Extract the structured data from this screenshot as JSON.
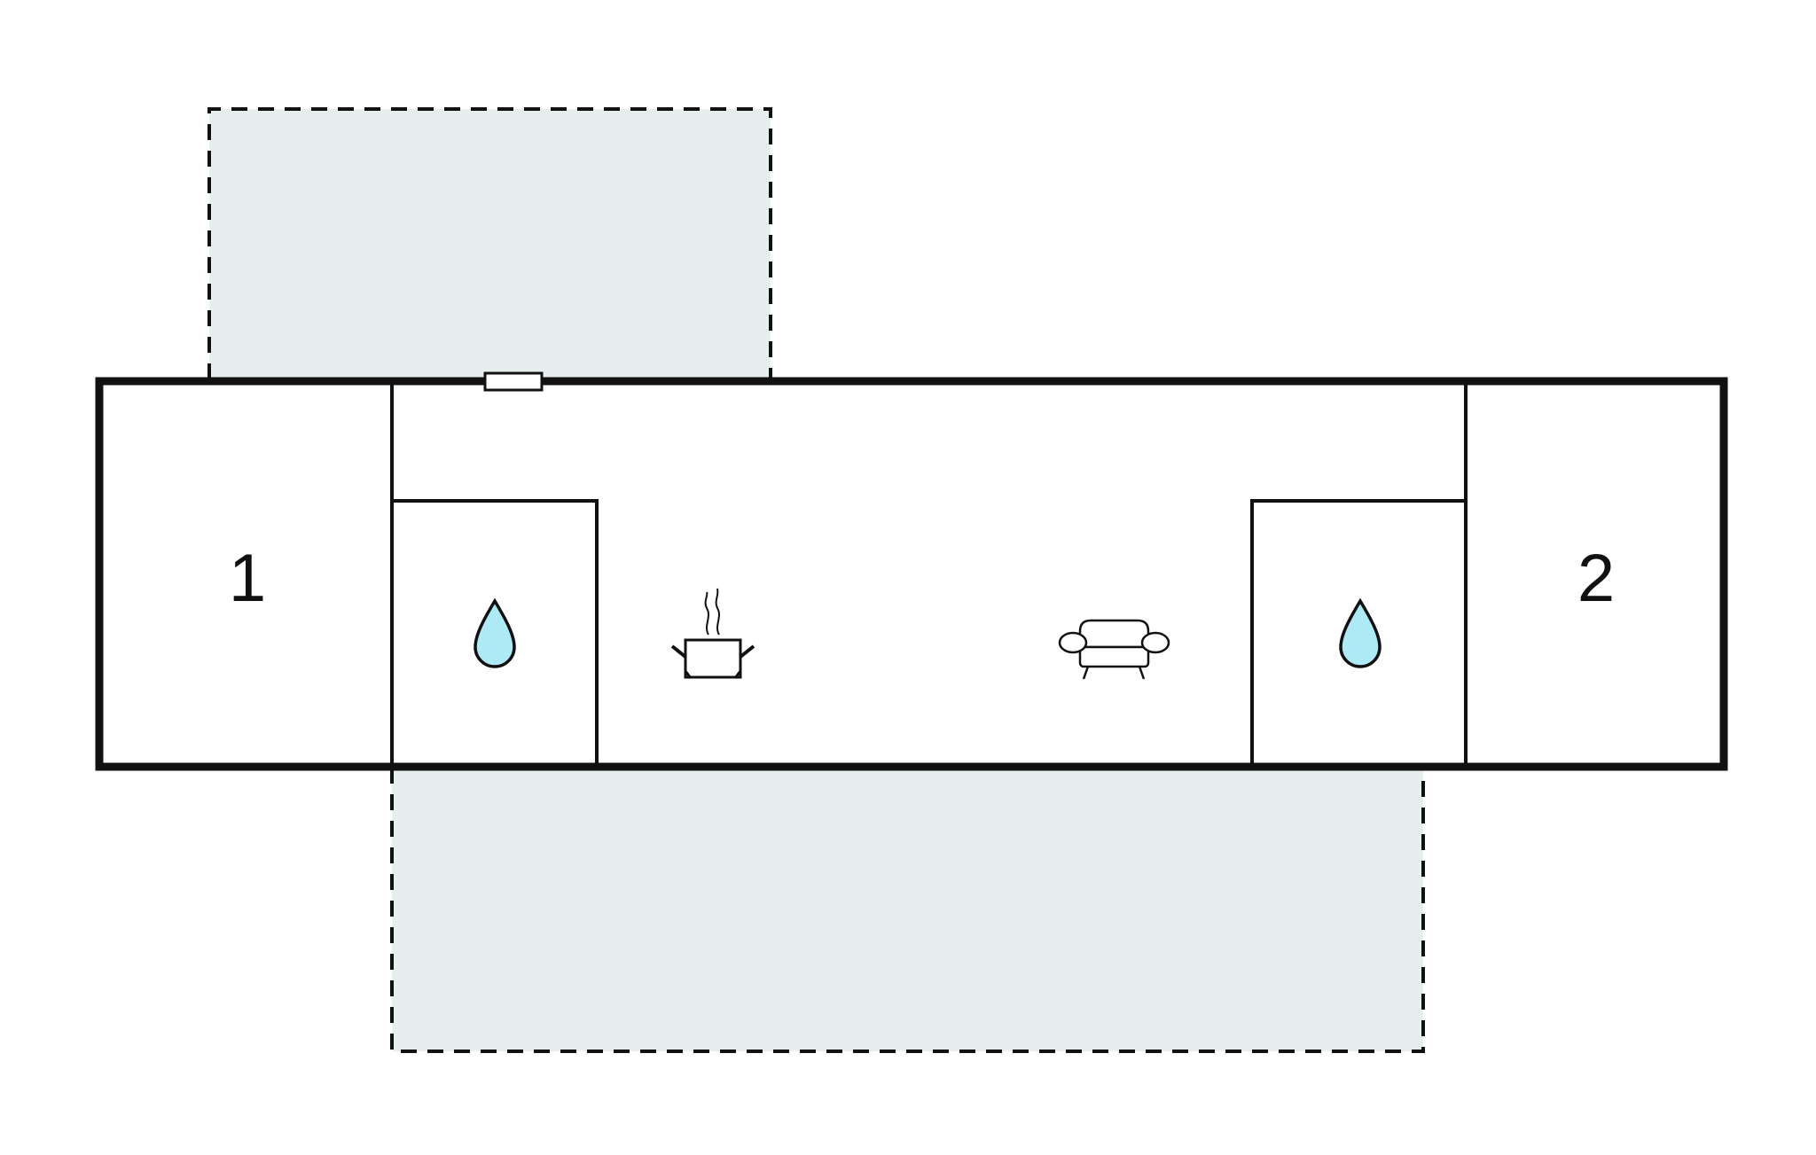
{
  "floor_plan": {
    "rooms": {
      "bedroom_1": {
        "label": "1"
      },
      "bedroom_2": {
        "label": "2"
      },
      "bathroom_left": {
        "icon": "water-drop-icon"
      },
      "bathroom_right": {
        "icon": "water-drop-icon"
      },
      "kitchen": {
        "icon": "cooking-pot-icon"
      },
      "living_room": {
        "icon": "sofa-icon"
      }
    },
    "outdoor_areas": [
      "terrace-top-left",
      "terrace-bottom"
    ],
    "colors": {
      "wall": "#111111",
      "terrace_fill": "#e7efee",
      "water_drop": "#aeeaf6",
      "background": "#ffffff"
    }
  }
}
